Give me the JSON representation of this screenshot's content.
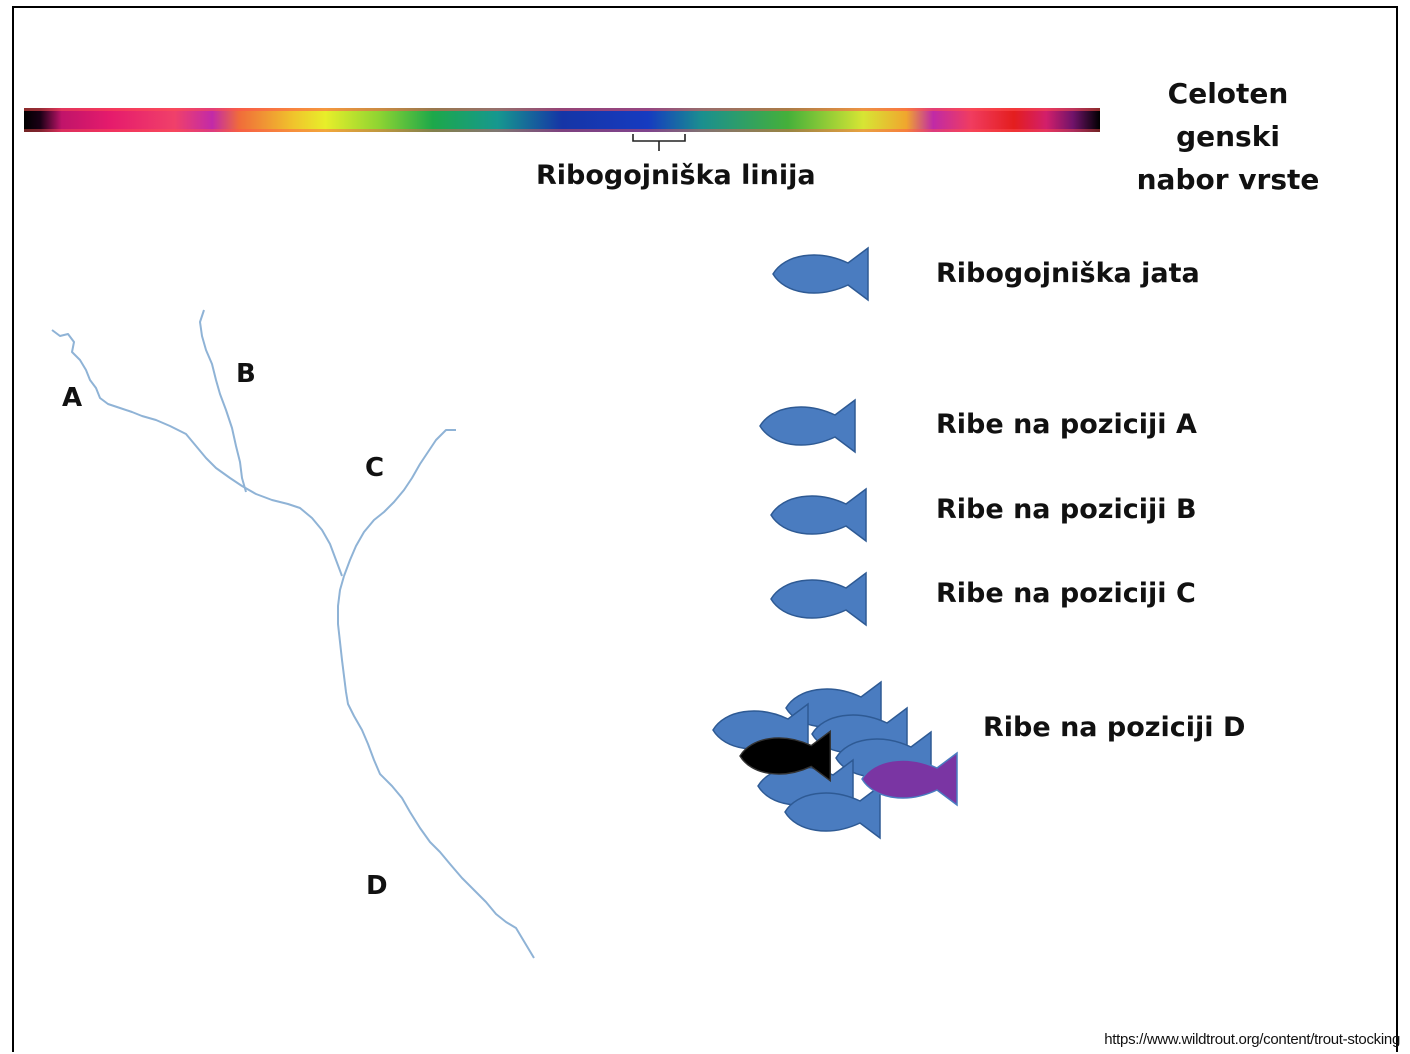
{
  "genome_bar": {
    "title_line1": "Celoten genski",
    "title_line2": "nabor vrste",
    "hatchery_line_label": "Ribogojniška linija"
  },
  "river": {
    "positions": [
      "A",
      "B",
      "C",
      "D"
    ]
  },
  "legend": [
    {
      "label": "Ribogojniška jata",
      "color": "#4a7cc0"
    },
    {
      "label": "Ribe na poziciji A",
      "color": "#4a7cc0"
    },
    {
      "label": "Ribe na poziciji B",
      "color": "#4a7cc0"
    },
    {
      "label": "Ribe na poziciji C",
      "color": "#4a7cc0"
    },
    {
      "label": "Ribe na poziciji D",
      "color": "#4a7cc0"
    }
  ],
  "colors": {
    "fish_blue": "#4a7cc0",
    "fish_outline": "#2e5a94",
    "fish_black": "#000000",
    "fish_purple": "#7a35a3",
    "river": "#8fb3d6"
  },
  "source_url": "https://www.wildtrout.org/content/trout-stocking"
}
